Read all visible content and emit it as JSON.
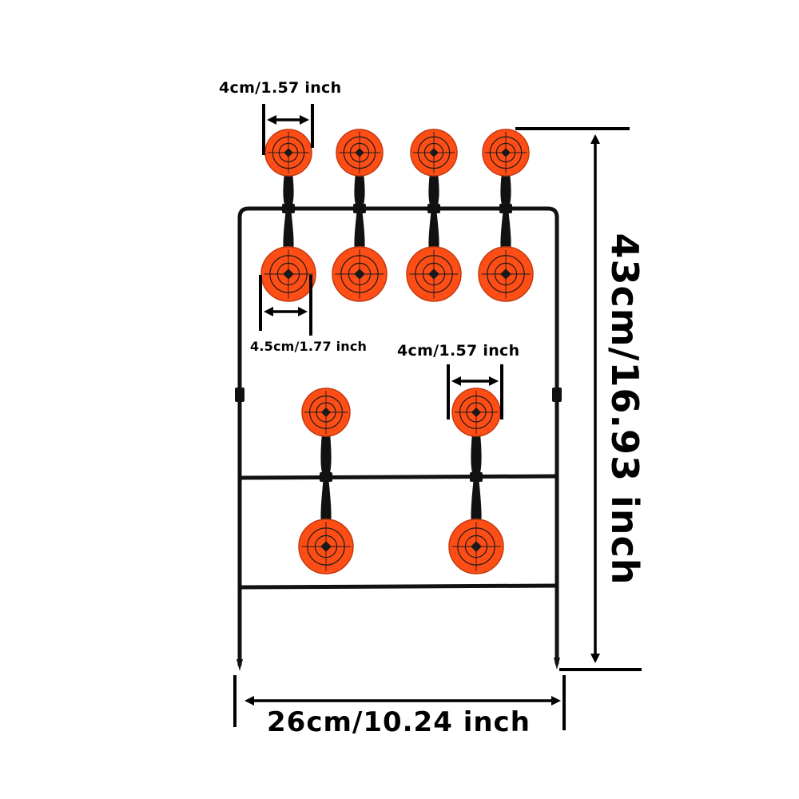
{
  "dimensions": {
    "top_target_width": "4cm/1.57 inch",
    "large_target_width": "4.5cm/1.77 inch",
    "middle_target_width": "4cm/1.57 inch",
    "total_height": "43cm/16.93 inch",
    "total_width": "26cm/10.24 inch"
  },
  "colors": {
    "target": "#ff4d16",
    "target_ring": "#1a1a1a",
    "frame": "#111111",
    "background": "#ffffff"
  },
  "product": {
    "top_row_paddles": 4,
    "upper_row_paddles": 4,
    "middle_row_paddles": 2,
    "lower_row_paddles": 2
  }
}
